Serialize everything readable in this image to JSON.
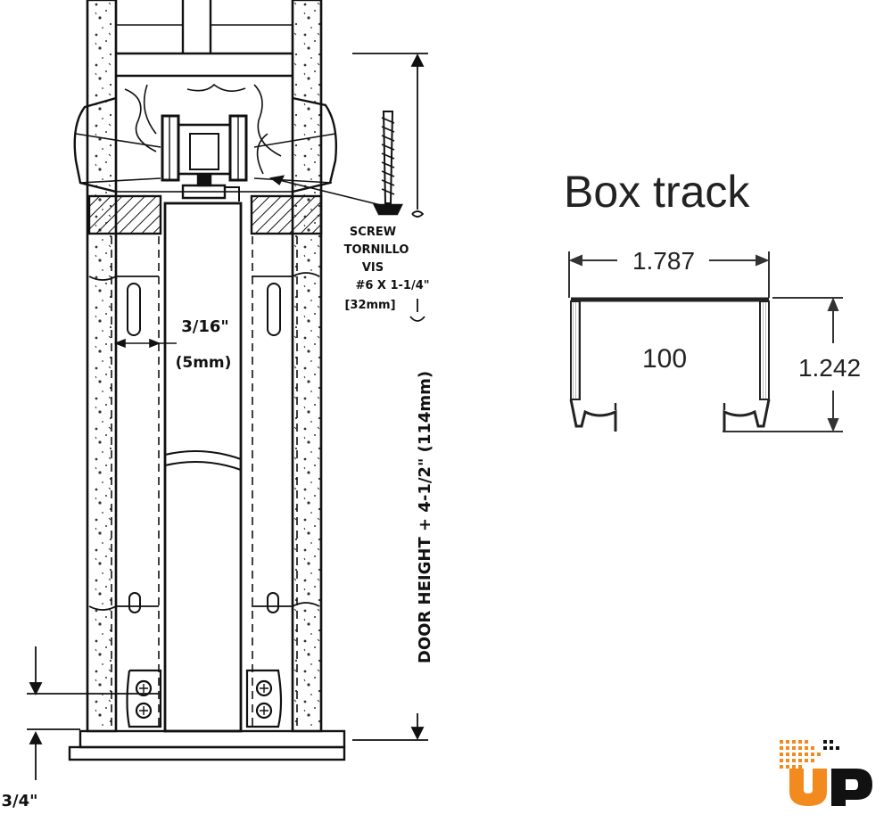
{
  "pocket_section": {
    "screw_label": [
      "SCREW",
      "TORNILLO",
      "VIS",
      "#6 X 1-1/4\"",
      "[32mm]"
    ],
    "gap_label": "3/16\"",
    "gap_metric": "(5mm)",
    "height_label": "DOOR HEIGHT + 4-1/2\" (114mm)",
    "floor_clearance": "3/4\""
  },
  "box_track": {
    "title": "Box track",
    "width_dim": "1.787",
    "height_dim": "1.242",
    "model": "100"
  },
  "logo": {
    "text": "UP",
    "colors": {
      "orange": "#f28a1e",
      "dark": "#111111"
    }
  }
}
